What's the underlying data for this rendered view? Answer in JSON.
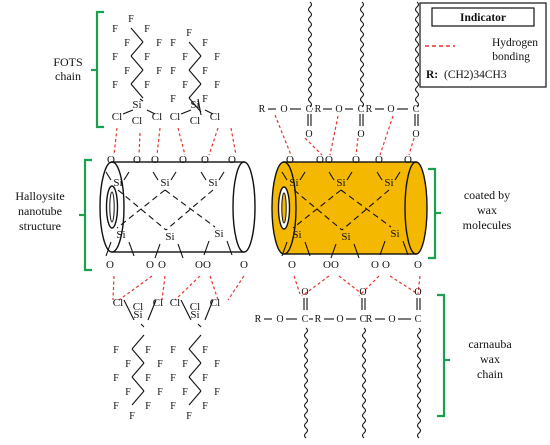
{
  "labels": {
    "fots": [
      "FOTS",
      "chain"
    ],
    "halloysite": [
      "Halloysite",
      "nanotube",
      "structure"
    ],
    "coated": [
      "coated by",
      "wax",
      "molecules"
    ],
    "carnauba": [
      "carnauba",
      "wax",
      "chain"
    ]
  },
  "legend": {
    "title": "Indicator",
    "hbond": [
      "Hydrogen",
      "bonding"
    ],
    "r_key": "R:",
    "r_value": "(CH2)34CH3"
  },
  "atoms": {
    "F": "F",
    "C": "C",
    "O": "O",
    "Si": "Si",
    "Cl": "Cl",
    "R": "R",
    "dash": "–"
  },
  "colors": {
    "tube_gold": "#f5b800",
    "tube_gold_dark": "#c98f00",
    "hbond_red": "#e8342b",
    "bracket_green": "#19a14d",
    "line": "#111111"
  }
}
